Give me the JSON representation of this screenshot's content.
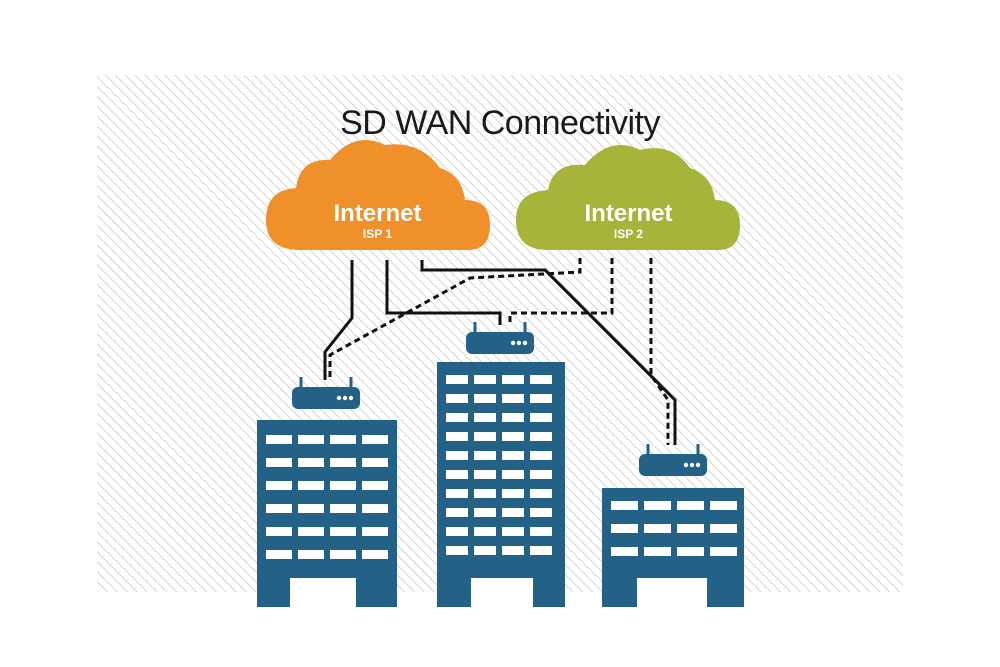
{
  "diagram": {
    "title": "SD WAN Connectivity",
    "clouds": [
      {
        "label": "Internet",
        "sublabel": "ISP 1",
        "color": "#f0902a"
      },
      {
        "label": "Internet",
        "sublabel": "ISP 2",
        "color": "#a7b43a"
      }
    ],
    "colors": {
      "building": "#236286",
      "router": "#236286",
      "window": "#ffffff",
      "hatch_background": "#d8d8d8",
      "link_line": "#111111"
    },
    "icons": [
      "cloud-icon",
      "router-icon",
      "building-icon"
    ],
    "link_styles": {
      "isp1": "solid",
      "isp2": "dashed"
    }
  }
}
